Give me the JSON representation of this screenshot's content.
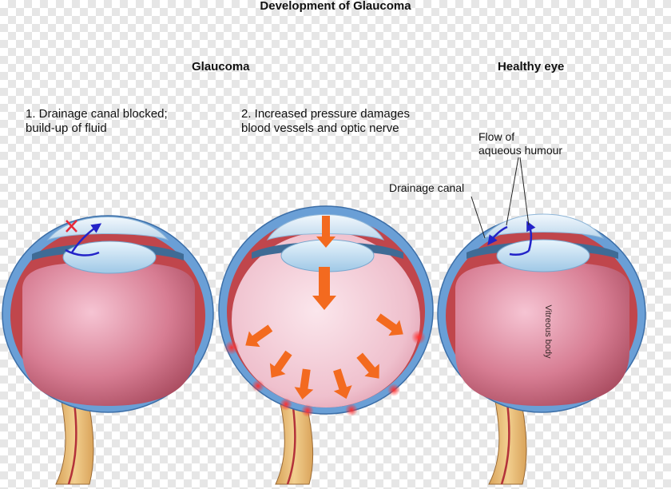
{
  "title": "Development of Glaucoma",
  "headings": {
    "glaucoma": "Glaucoma",
    "healthy": "Healthy eye"
  },
  "captions": {
    "step1": "1. Drainage canal blocked;\nbuild-up of fluid",
    "step2": "2. Increased pressure damages\nblood vessels and optic nerve"
  },
  "labels": {
    "flow": "Flow of\naqueous humour",
    "drainage_canal": "Drainage canal",
    "vitreous": "Vitreous body"
  },
  "colors": {
    "sclera": "#6a9fd6",
    "choroid": "#c0464c",
    "vitreous": "#cc6e82",
    "vitreous_swollen": "#f2c3cf",
    "lens": "#c6e2f4",
    "iris": "#3f6b95",
    "optic_nerve": "#e6b870",
    "pressure_arrow": "#f36a1f",
    "flow_arrow": "#2323c8",
    "block_mark": "#e8293a"
  }
}
